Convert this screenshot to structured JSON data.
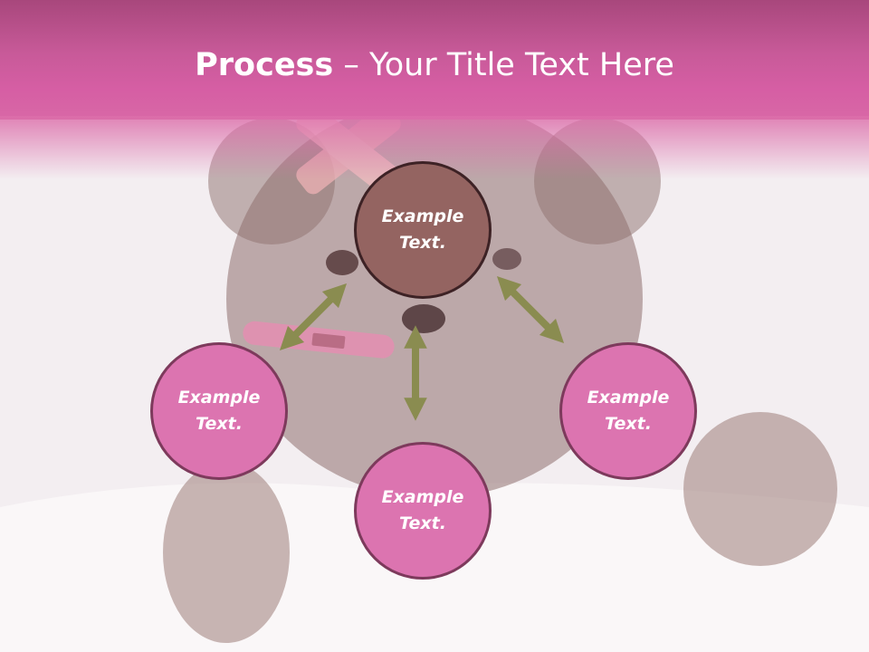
{
  "title": {
    "bold": "Process",
    "separator": " – ",
    "rest": "Your Title Text Here"
  },
  "nodes": [
    {
      "id": "top",
      "label": "Example Text."
    },
    {
      "id": "left",
      "label": "Example Text."
    },
    {
      "id": "bottom",
      "label": "Example Text."
    },
    {
      "id": "right",
      "label": "Example Text."
    }
  ],
  "colors": {
    "header": "#d65ea4",
    "node_fill": "#dc74b0",
    "center_fill": "#946461",
    "arrow": "#8a8c50"
  }
}
